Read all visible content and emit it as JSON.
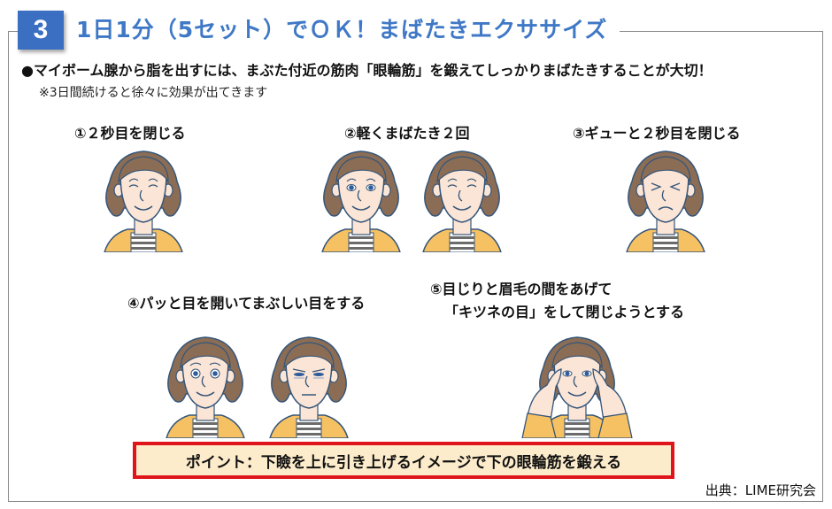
{
  "header": {
    "number": "3",
    "title": "1日1分（5セット）でＯＫ！まばたきエクササイズ",
    "accent_color": "#3a6fc2"
  },
  "lead": "●マイボーム腺から脂を出すには、まぶた付近の筋肉「眼輪筋」を鍛えてしっかりまばたきすることが大切！",
  "note": "※3日間続けると徐々に効果が出てきます",
  "steps": [
    {
      "label": "①２秒目を閉じる",
      "faces": [
        "eyes-closed-smile"
      ]
    },
    {
      "label": "②軽くまばたき２回",
      "faces": [
        "eyes-open-smile",
        "eyes-closed-smile"
      ]
    },
    {
      "label": "③ギューと２秒目を閉じる",
      "faces": [
        "eyes-squeezed-frown"
      ]
    },
    {
      "label": "④パッと目を開いてまぶしい目をする",
      "faces": [
        "eyes-wide-smile",
        "eyes-squint-dazzled"
      ]
    },
    {
      "label_line1": "⑤目じりと眉毛の間をあげて",
      "label_line2": "「キツネの目」をして閉じようとする",
      "faces": [
        "fox-eyes-hands"
      ]
    }
  ],
  "point": {
    "text": "ポイント：下瞼を上に引き上げるイメージで下の眼輪筋を鍛える",
    "border_color": "#e0141b",
    "bg_color": "#fdeccb"
  },
  "source": "出典：LIME研究会"
}
